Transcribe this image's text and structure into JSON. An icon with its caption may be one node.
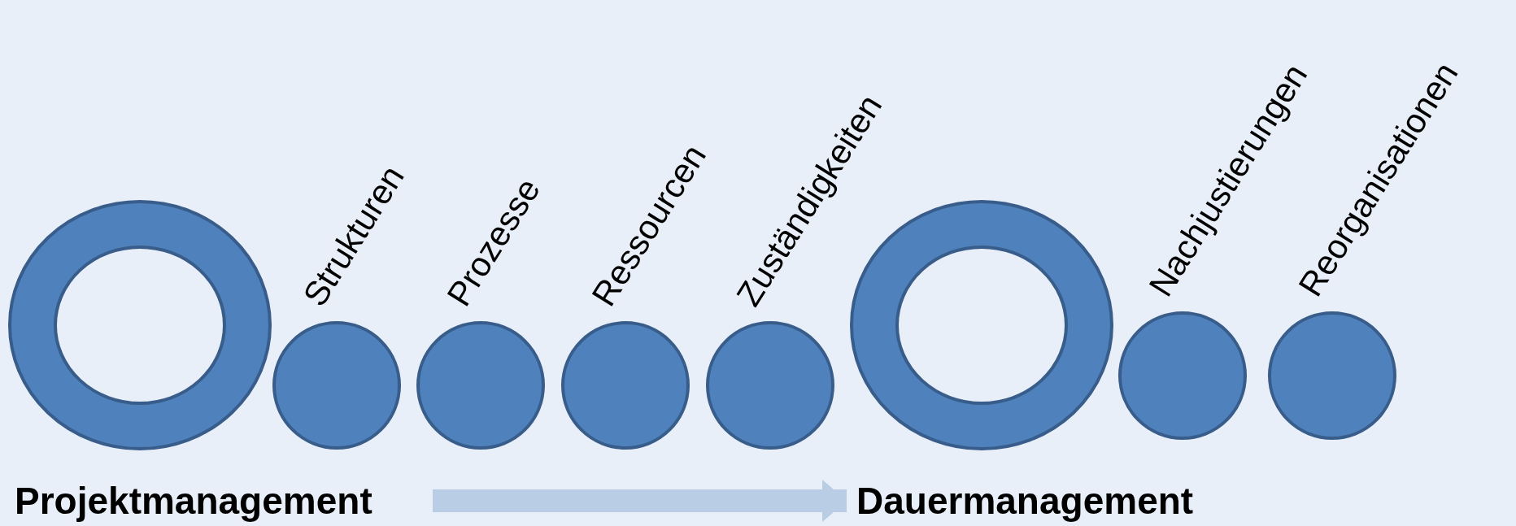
{
  "diagram": {
    "nodes": [
      {
        "text": [
          "Projektmanagement"
        ]
      },
      {
        "text": [
          "Strukturen"
        ]
      },
      {
        "text": [
          "Prozesse"
        ]
      },
      {
        "text": [
          "Ressourcen"
        ]
      },
      {
        "text": [
          "Zuständigkeiten"
        ]
      },
      {
        "text": [
          "Dauermanagement"
        ]
      },
      {
        "text": [
          "Nachjustierungen"
        ]
      },
      {
        "text": [
          "Reorganisationen"
        ]
      }
    ],
    "edges": [
      {
        "from": 0,
        "to": 5,
        "arrow": "to",
        "color": "#b9cde5"
      }
    ]
  }
}
